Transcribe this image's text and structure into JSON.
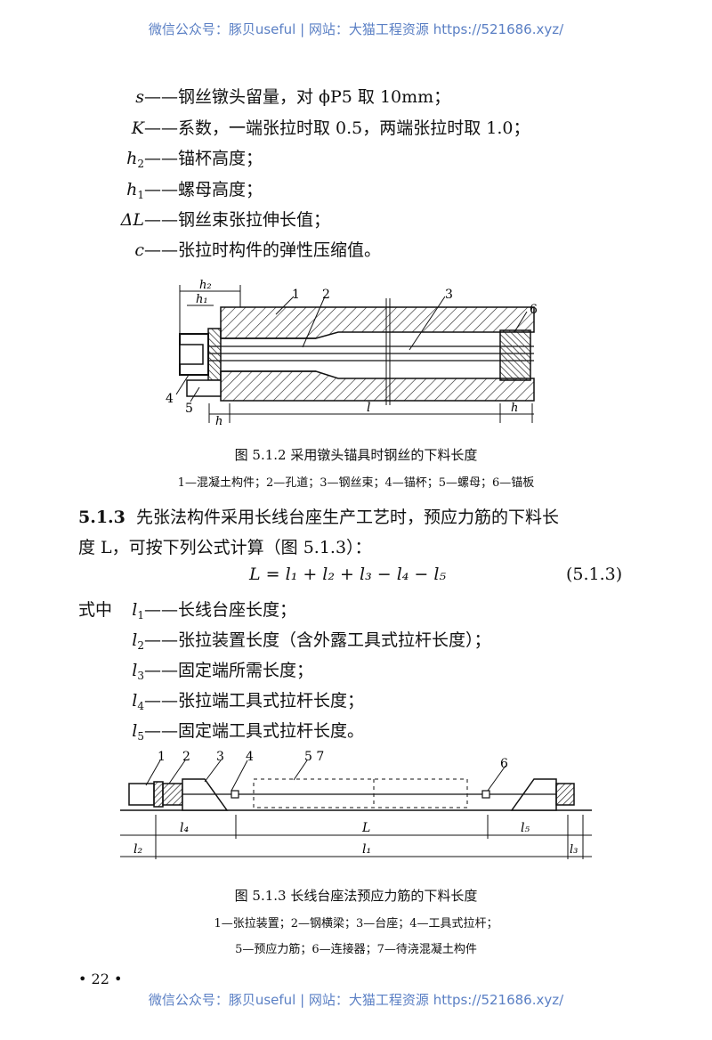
{
  "watermark": {
    "text": "微信公众号：豚贝useful | 网站：大猫工程资源 https://521686.xyz/"
  },
  "defs_top": [
    {
      "sym": "s",
      "sub": "",
      "text": "——钢丝镦头留量，对 ϕP5 取 10mm；"
    },
    {
      "sym": "K",
      "sub": "",
      "text": "——系数，一端张拉时取 0.5，两端张拉时取 1.0；"
    },
    {
      "sym": "h",
      "sub": "2",
      "text": "——锚杯高度；"
    },
    {
      "sym": "h",
      "sub": "1",
      "text": "——螺母高度；"
    },
    {
      "sym": "ΔL",
      "sub": "",
      "text": "——钢丝束张拉伸长值；"
    },
    {
      "sym": "c",
      "sub": "",
      "text": "——张拉时构件的弹性压缩值。"
    }
  ],
  "fig1": {
    "labels": {
      "n1": "1",
      "n2": "2",
      "n3": "3",
      "n4": "4",
      "n5": "5",
      "n6": "6",
      "h2": "h₂",
      "h1": "h₁",
      "l": "l",
      "h": "h",
      "hr": "h"
    },
    "caption": "图 5.1.2 采用镦头锚具时钢丝的下料长度",
    "legend": "1—混凝土构件；2—孔道；3—钢丝束；4—锚杯；5—螺母；6—锚板"
  },
  "section": {
    "number": "5.1.3",
    "text1": "先张法构件采用长线台座生产工艺时，预应力筋的下料长",
    "text2": "度 L，可按下列公式计算（图 5.1.3）：",
    "formula": "L = l₁ + l₂ + l₃ − l₄ − l₅",
    "formula_no": "(5.1.3)",
    "prefix": "式中"
  },
  "defs_bottom": [
    {
      "sym": "l",
      "sub": "1",
      "text": "——长线台座长度；"
    },
    {
      "sym": "l",
      "sub": "2",
      "text": "——张拉装置长度（含外露工具式拉杆长度）；"
    },
    {
      "sym": "l",
      "sub": "3",
      "text": "——固定端所需长度；"
    },
    {
      "sym": "l",
      "sub": "4",
      "text": "——张拉端工具式拉杆长度；"
    },
    {
      "sym": "l",
      "sub": "5",
      "text": "——固定端工具式拉杆长度。"
    }
  ],
  "fig2": {
    "labels": {
      "n1": "1",
      "n2": "2",
      "n3": "3",
      "n4": "4",
      "n57": "5 7",
      "n6": "6",
      "l4": "l₄",
      "L": "L",
      "l5": "l₅",
      "l2": "l₂",
      "l1": "l₁",
      "l3": "l₃"
    },
    "caption": "图 5.1.3 长线台座法预应力筋的下料长度",
    "legend1": "1—张拉装置；2—钢横梁；3—台座；4—工具式拉杆；",
    "legend2": "5—预应力筋；6—连接器；7—待浇混凝土构件"
  },
  "page_number": "• 22 •"
}
